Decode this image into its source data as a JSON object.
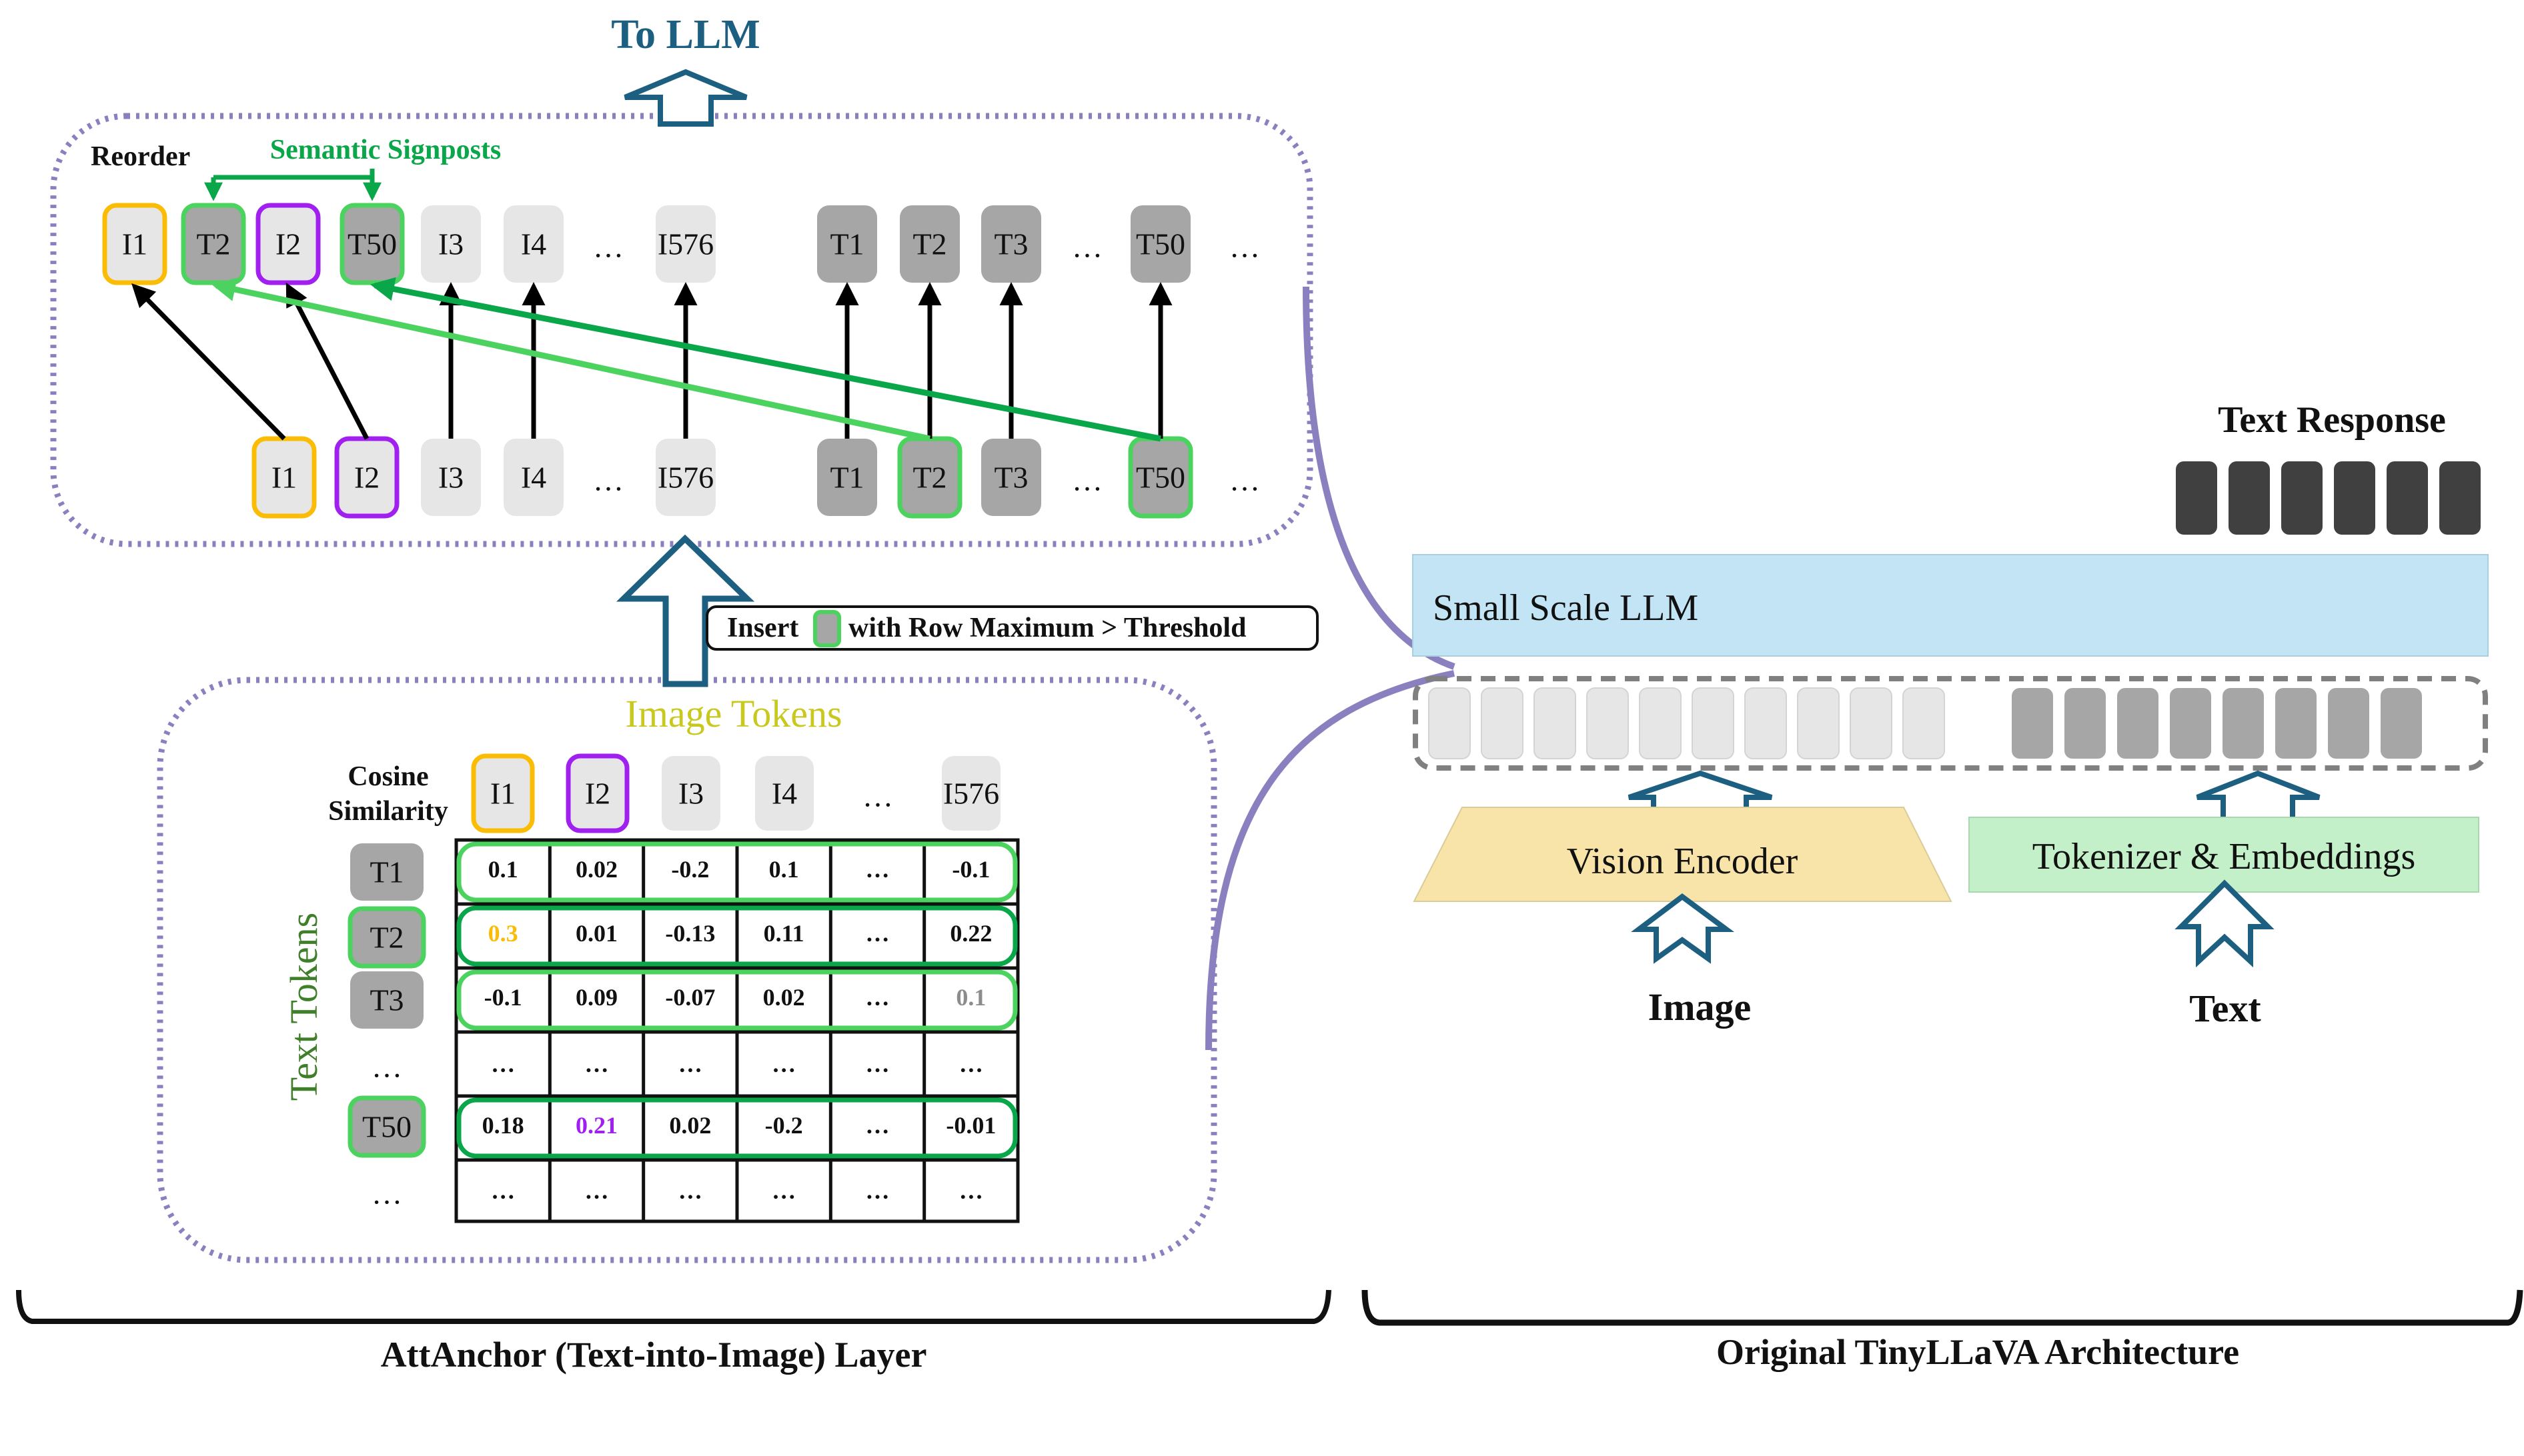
{
  "colors": {
    "image_token_fill": "#e6e6e6",
    "text_token_fill": "#a6a6a6",
    "response_token_fill": "#404040",
    "highlight_i1": "#fbbc05",
    "highlight_i2": "#a020f0",
    "highlight_signpost_light": "#4cd35f",
    "highlight_signpost_dark": "#0aa64a",
    "panel_border": "#8a80c0",
    "flow_arrow": "#1d5f80",
    "title_blue": "#1d5f80",
    "image_tokens_label": "#c8c81e",
    "text_tokens_label": "#3f7f2a",
    "llm_fill": "#c2e4f4",
    "vision_encoder_fill": "#f8e4a8",
    "tokenizer_fill": "#c3f0c8",
    "t3_last_value": "#8c8c8c"
  },
  "to_llm": {
    "label": "To LLM"
  },
  "reorder_panel": {
    "reorder_label": "Reorder",
    "signposts_label": "Semantic Signposts",
    "top_row": [
      {
        "label": "I1",
        "kind": "image",
        "highlight": "i1"
      },
      {
        "label": "T2",
        "kind": "text",
        "highlight": "signpost_light"
      },
      {
        "label": "I2",
        "kind": "image",
        "highlight": "i2"
      },
      {
        "label": "T50",
        "kind": "text",
        "highlight": "signpost_light"
      },
      {
        "label": "I3",
        "kind": "image",
        "highlight": null
      },
      {
        "label": "I4",
        "kind": "image",
        "highlight": null
      },
      {
        "label": "…",
        "kind": "ellipsis"
      },
      {
        "label": "I576",
        "kind": "image",
        "highlight": null
      },
      {
        "label": "T1",
        "kind": "text",
        "highlight": null
      },
      {
        "label": "T2",
        "kind": "text",
        "highlight": null
      },
      {
        "label": "T3",
        "kind": "text",
        "highlight": null
      },
      {
        "label": "…",
        "kind": "ellipsis"
      },
      {
        "label": "T50",
        "kind": "text",
        "highlight": null
      },
      {
        "label": "…",
        "kind": "ellipsis"
      }
    ],
    "bottom_row": [
      {
        "label": "I1",
        "kind": "image",
        "highlight": "i1"
      },
      {
        "label": "I2",
        "kind": "image",
        "highlight": "i2"
      },
      {
        "label": "I3",
        "kind": "image",
        "highlight": null
      },
      {
        "label": "I4",
        "kind": "image",
        "highlight": null
      },
      {
        "label": "…",
        "kind": "ellipsis"
      },
      {
        "label": "I576",
        "kind": "image",
        "highlight": null
      },
      {
        "label": "T1",
        "kind": "text",
        "highlight": null
      },
      {
        "label": "T2",
        "kind": "text",
        "highlight": "signpost_light"
      },
      {
        "label": "T3",
        "kind": "text",
        "highlight": null
      },
      {
        "label": "…",
        "kind": "ellipsis"
      },
      {
        "label": "T50",
        "kind": "text",
        "highlight": "signpost_light"
      },
      {
        "label": "…",
        "kind": "ellipsis"
      }
    ],
    "connections": [
      {
        "from": "I1",
        "to": "I1",
        "color": "black"
      },
      {
        "from": "I2",
        "to": "I2",
        "color": "black"
      },
      {
        "from": "I3",
        "to": "I3",
        "color": "black"
      },
      {
        "from": "I4",
        "to": "I4",
        "color": "black"
      },
      {
        "from": "I576",
        "to": "I576",
        "color": "black"
      },
      {
        "from": "T1",
        "to": "T1",
        "color": "black"
      },
      {
        "from": "T2",
        "to": "T2",
        "color": "black"
      },
      {
        "from": "T3",
        "to": "T3",
        "color": "black"
      },
      {
        "from": "T50",
        "to": "T50",
        "color": "black"
      },
      {
        "from": "T2",
        "to": "T2 (after I1)",
        "color": "signpost_light"
      },
      {
        "from": "T50",
        "to": "T50 (after I2)",
        "color": "signpost_dark"
      }
    ]
  },
  "insert_note": {
    "prefix": "Insert",
    "suffix": "with Row Maximum > Threshold"
  },
  "similarity_panel": {
    "image_tokens_label": "Image Tokens",
    "text_tokens_label": "Text Tokens",
    "corner_label_line1": "Cosine",
    "corner_label_line2": "Similarity",
    "columns": [
      {
        "label": "I1",
        "highlight": "i1"
      },
      {
        "label": "I2",
        "highlight": "i2"
      },
      {
        "label": "I3",
        "highlight": null
      },
      {
        "label": "I4",
        "highlight": null
      },
      {
        "label": "…",
        "highlight": "ellipsis"
      },
      {
        "label": "I576",
        "highlight": null
      }
    ],
    "rows": [
      {
        "label": "T1",
        "highlight": null,
        "outline": "signpost_light",
        "values": [
          "0.1",
          "0.02",
          "-0.2",
          "0.1",
          "…",
          "-0.1"
        ],
        "value_colors": [
          null,
          null,
          null,
          null,
          null,
          null
        ]
      },
      {
        "label": "T2",
        "highlight": "signpost_light",
        "outline": "signpost_dark",
        "values": [
          "0.3",
          "0.01",
          "-0.13",
          "0.11",
          "…",
          "0.22"
        ],
        "value_colors": [
          "highlight_i1",
          null,
          null,
          null,
          null,
          null
        ]
      },
      {
        "label": "T3",
        "highlight": null,
        "outline": "signpost_light",
        "values": [
          "-0.1",
          "0.09",
          "-0.07",
          "0.02",
          "…",
          "0.1"
        ],
        "value_colors": [
          null,
          null,
          null,
          null,
          null,
          "t3_last_value"
        ]
      },
      {
        "label": "…",
        "highlight": "ellipsis",
        "outline": null,
        "values": [
          "…",
          "…",
          "…",
          "…",
          "…",
          "…"
        ],
        "value_colors": [
          null,
          null,
          null,
          null,
          null,
          null
        ]
      },
      {
        "label": "T50",
        "highlight": "signpost_light",
        "outline": "signpost_dark",
        "values": [
          "0.18",
          "0.21",
          "0.02",
          "-0.2",
          "…",
          "-0.01"
        ],
        "value_colors": [
          null,
          "highlight_i2",
          null,
          null,
          null,
          null
        ]
      },
      {
        "label": "…",
        "highlight": "ellipsis",
        "outline": null,
        "values": [
          "…",
          "…",
          "…",
          "…",
          "…",
          "…"
        ],
        "value_colors": [
          null,
          null,
          null,
          null,
          null,
          null
        ]
      }
    ]
  },
  "architecture": {
    "text_response_label": "Text Response",
    "response_token_count": 6,
    "llm_label": "Small Scale LLM",
    "image_embedding_count": 10,
    "text_embedding_count": 8,
    "vision_encoder_label": "Vision Encoder",
    "tokenizer_label": "Tokenizer & Embeddings",
    "image_input_label": "Image",
    "text_input_label": "Text"
  },
  "section_labels": {
    "left": "AttAnchor (Text-into-Image) Layer",
    "right": "Original TinyLLaVA Architecture"
  }
}
